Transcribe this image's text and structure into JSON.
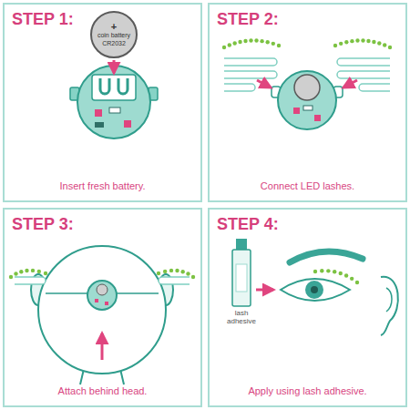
{
  "diagram": {
    "nodes": [
      {
        "text": [
          "STEP 1:",
          "Insert fresh battery."
        ]
      },
      {
        "text": [
          "+",
          "coin battery",
          "CR2032"
        ],
        "in": 0
      },
      {
        "text": [
          "STEP 2:",
          "Connect LED lashes."
        ]
      },
      {
        "text": [
          "STEP 3:",
          "Attach behind head."
        ]
      },
      {
        "text": [
          "STEP 4:",
          "Apply using lash adhesive."
        ]
      }
    ],
    "labels": [
      "lash adhesive"
    ]
  }
}
